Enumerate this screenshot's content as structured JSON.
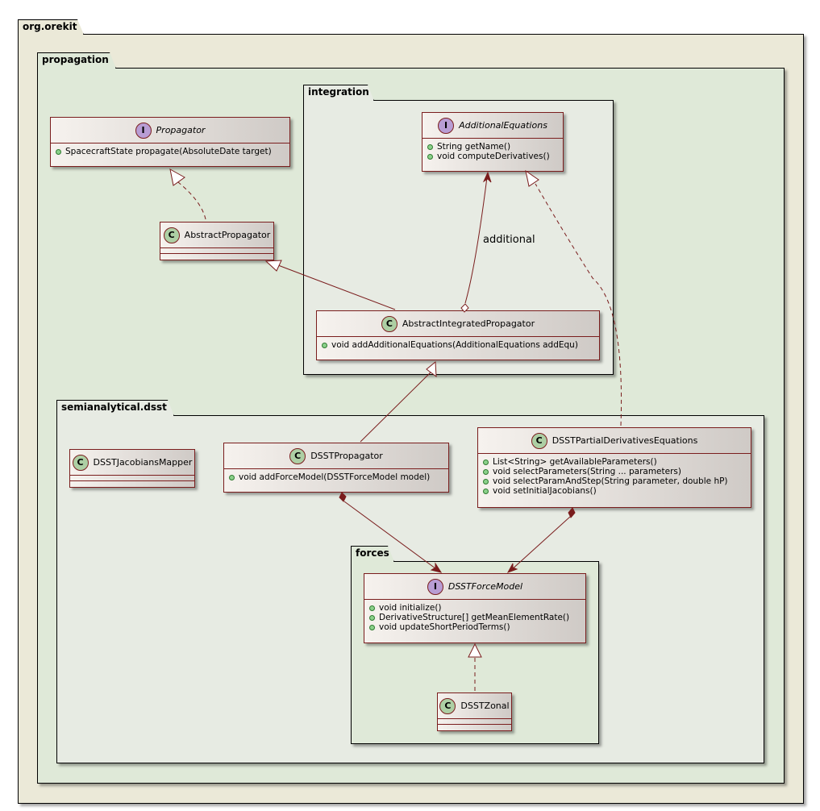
{
  "colors": {
    "outer_package_fill": "#ebe9d8",
    "inner_package_fill": "#dfe9d8",
    "nested_package_fill": "#e7ebe3",
    "class_border": "#7a1d1d",
    "class_badge": "#adcfa4",
    "interface_badge": "#b89dd4"
  },
  "packages": {
    "orekit": "org.orekit",
    "propagation": "propagation",
    "integration": "integration",
    "semianalytical_dsst": "semianalytical.dsst",
    "forces": "forces"
  },
  "classes": {
    "propagator": {
      "stereotype": "I",
      "name": "Propagator",
      "members": [
        "SpacecraftState propagate(AbsoluteDate target)"
      ]
    },
    "abstract_propagator": {
      "stereotype": "C",
      "name": "AbstractPropagator",
      "members": []
    },
    "additional_equations": {
      "stereotype": "I",
      "name": "AdditionalEquations",
      "members": [
        "String getName()",
        "void computeDerivatives()"
      ]
    },
    "abstract_integrated_propagator": {
      "stereotype": "C",
      "name": "AbstractIntegratedPropagator",
      "members": [
        "void addAdditionalEquations(AdditionalEquations addEqu)"
      ]
    },
    "dsst_jacobians_mapper": {
      "stereotype": "C",
      "name": "DSSTJacobiansMapper",
      "members": []
    },
    "dsst_propagator": {
      "stereotype": "C",
      "name": "DSSTPropagator",
      "members": [
        "void addForceModel(DSSTForceModel model)"
      ]
    },
    "dsst_partial_derivatives_equations": {
      "stereotype": "C",
      "name": "DSSTPartialDerivativesEquations",
      "members": [
        "List<String> getAvailableParameters()",
        "void selectParameters(String ... parameters)",
        "void selectParamAndStep(String parameter, double hP)",
        "void setInitialJacobians()"
      ]
    },
    "dsst_force_model": {
      "stereotype": "I",
      "name": "DSSTForceModel",
      "members": [
        "void initialize()",
        "DerivativeStructure[] getMeanElementRate()",
        "void updateShortPeriodTerms()"
      ]
    },
    "dsst_zonal": {
      "stereotype": "C",
      "name": "DSSTZonal",
      "members": []
    }
  },
  "relations": {
    "additional_label": "additional"
  }
}
